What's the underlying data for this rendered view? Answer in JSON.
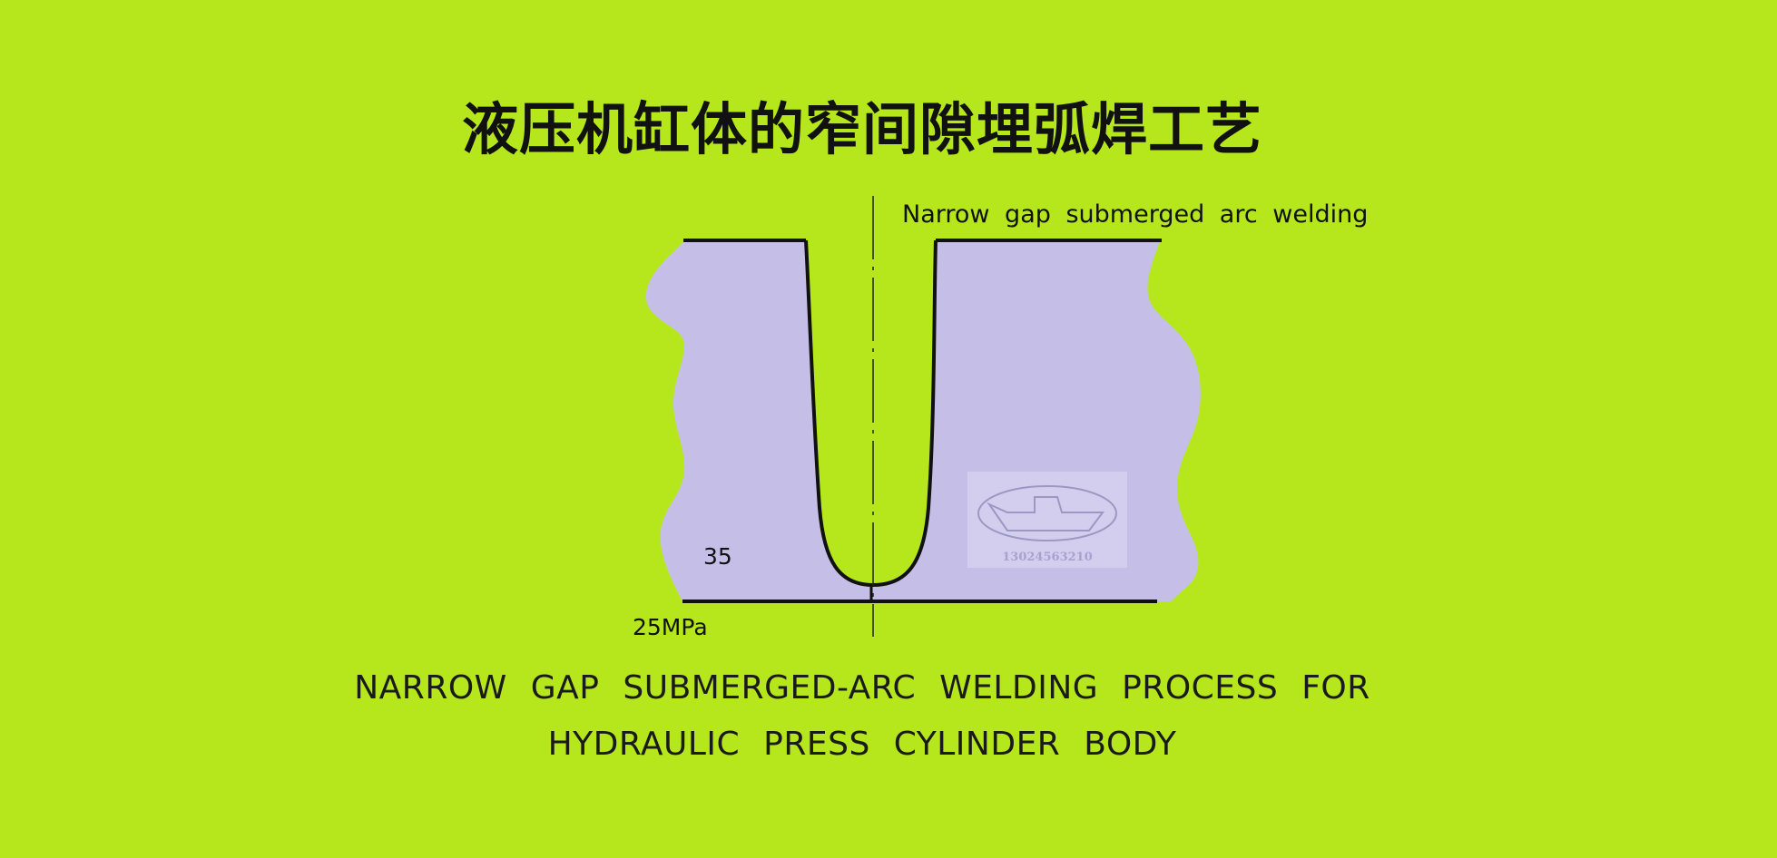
{
  "title_cn": "液压机缸体的窄间隙埋弧焊工艺",
  "diagram": {
    "caption_top": "Narrow gap submerged arc welding",
    "label_thickness": "35",
    "label_pressure": "25MPa",
    "watermark_phone": "13024563210"
  },
  "title_en": {
    "line1": "NARROW GAP SUBMERGED-ARC WELDING PROCESS FOR",
    "line2": "HYDRAULIC PRESS CYLINDER BODY"
  },
  "colors": {
    "background": "#b5e71c",
    "metal_fill": "#c5bfe8",
    "line": "#111111"
  }
}
